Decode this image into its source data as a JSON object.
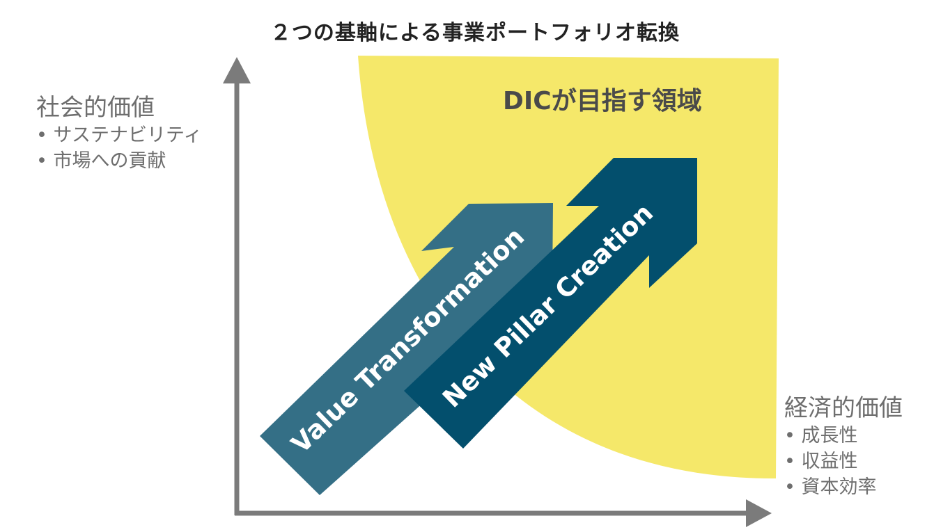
{
  "title": "２つの基軸による事業ポートフォリオ転換",
  "y_axis": {
    "heading": "社会的価値",
    "items": [
      "サステナビリティ",
      "市場への貢献"
    ]
  },
  "x_axis": {
    "heading": "経済的価値",
    "items": [
      "成長性",
      "収益性",
      "資本効率"
    ]
  },
  "target_region": {
    "label": "DICが目指す領域",
    "color": "#f5e86a"
  },
  "arrows": [
    {
      "label": "Value Transformation",
      "color": "#346f86"
    },
    {
      "label": "New Pillar Creation",
      "color": "#034f6d"
    }
  ],
  "axis_color": "#7b7b7b",
  "text_color": "#6e6e6e"
}
